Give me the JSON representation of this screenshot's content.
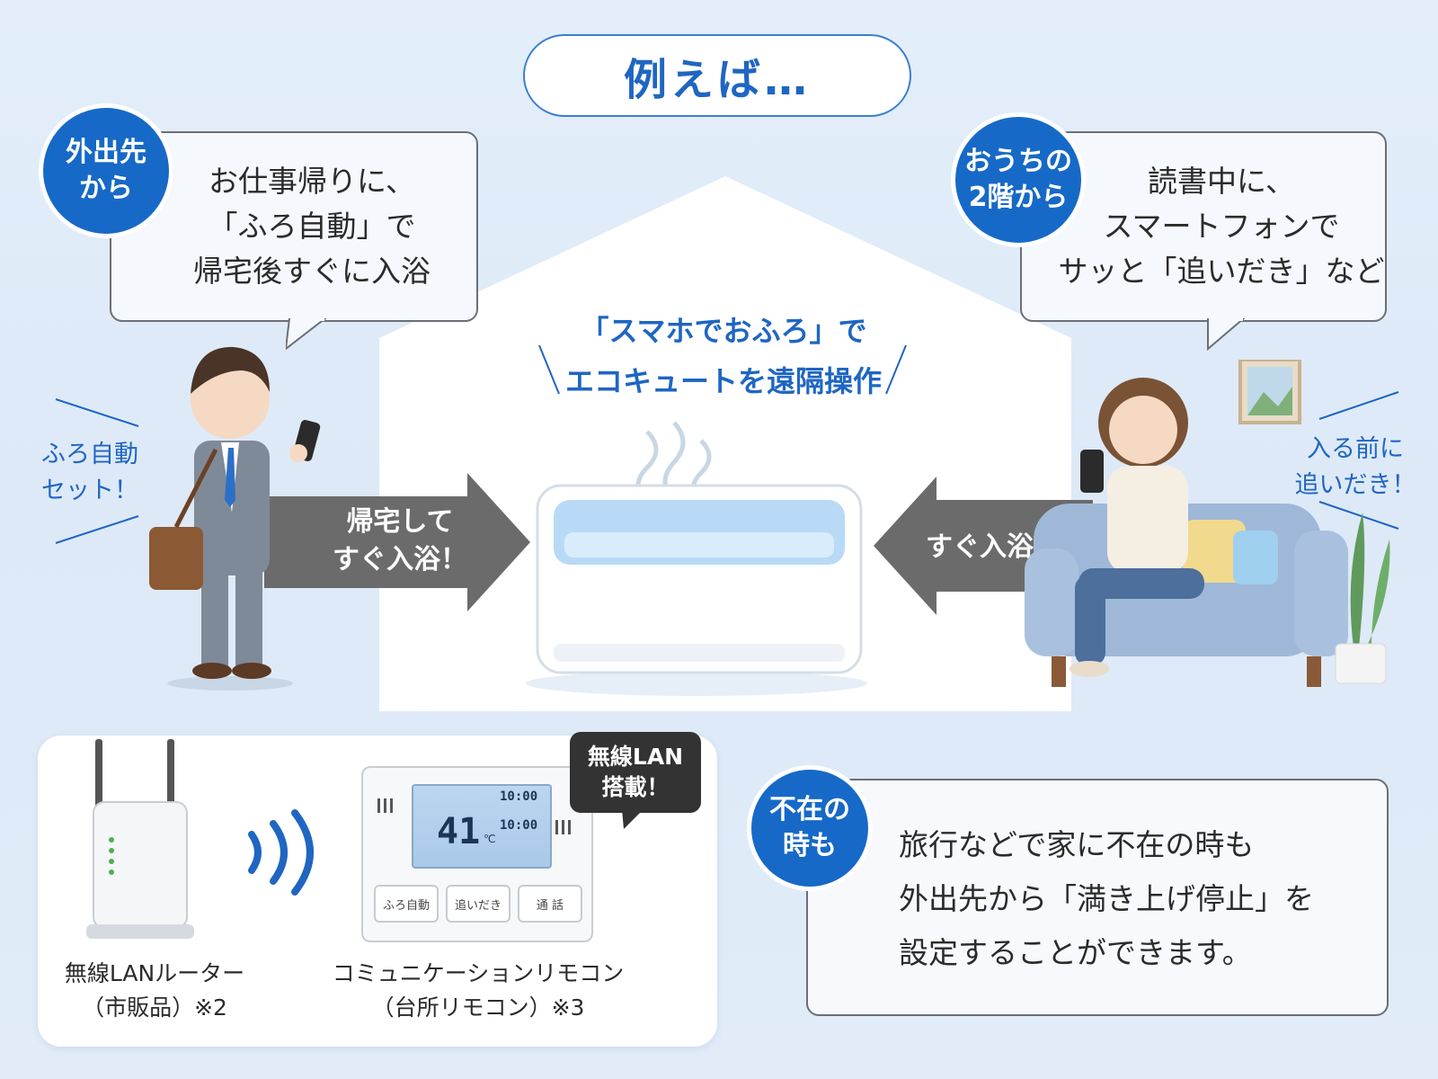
{
  "title": "例えば…",
  "left_bubble": {
    "badge": [
      "外出先",
      "から"
    ],
    "lines": [
      "お仕事帰りに、",
      "「ふろ自動」で",
      "帰宅後すぐに入浴"
    ]
  },
  "right_bubble": {
    "badge": [
      "おうちの",
      "2階から"
    ],
    "lines": [
      "読書中に、",
      "スマートフォンで",
      "サッと「追いだき」など"
    ]
  },
  "house": {
    "caption": [
      "「スマホでおふろ」で",
      "エコキュートを遠隔操作"
    ]
  },
  "left_arrow_text": [
    "帰宅して",
    "すぐ入浴！"
  ],
  "right_arrow_text": "すぐ入浴！",
  "left_side_label": [
    "ふろ自動",
    "セット！"
  ],
  "right_side_label": [
    "入る前に",
    "追いだき！"
  ],
  "devices": {
    "router_label": [
      "無線LANルーター",
      "（市販品）※2"
    ],
    "remote_label": [
      "コミュニケーションリモコン",
      "（台所リモコン）※3"
    ],
    "wifi_tag": [
      "無線LAN",
      "搭載！"
    ],
    "remote_screen": {
      "temp": "41",
      "unit": "℃",
      "time1": "10:00",
      "time2": "10:00"
    },
    "remote_buttons": [
      "ふろ自動",
      "追いだき",
      "通 話"
    ]
  },
  "absence": {
    "badge": [
      "不在の",
      "時も"
    ],
    "lines": [
      "旅行などで家に不在の時も",
      "外出先から「満き上げ停止」を",
      "設定することができます。"
    ]
  },
  "colors": {
    "accent": "#1769c7",
    "title_text": "#1f66c2",
    "background": "#e3eefa",
    "arrow": "#6b6b6b"
  }
}
